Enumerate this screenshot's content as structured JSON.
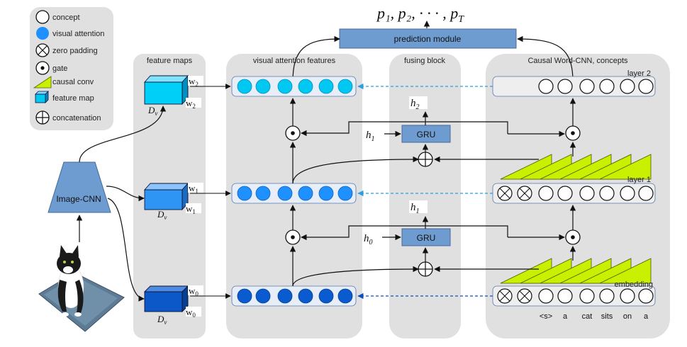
{
  "legend": {
    "concept": "concept",
    "visual_attention": "visual attention",
    "zero_padding": "zero padding",
    "gate": "gate",
    "causal_conv": "causal conv",
    "feature_map": "feature map",
    "concatenation": "concatenation"
  },
  "columns": {
    "feature_maps": "feature maps",
    "visual_attention_features": "visual attention features",
    "fusing_block": "fusing block",
    "causal_word_cnn": "Causal Word-CNN, concepts"
  },
  "outputs": "p₁, p₂, · · · , p",
  "outputs_sub": "T",
  "prediction_module": "prediction module",
  "image_cnn": "Image-CNN",
  "gru_label": "GRU",
  "layers": {
    "layer2": "layer 2",
    "layer1": "layer 1",
    "embedding": "embedding"
  },
  "hidden": {
    "h0": "h",
    "h0_sub": "0",
    "h1": "h",
    "h1_sub": "1",
    "h2": "h",
    "h2_sub": "2"
  },
  "feature_dims": {
    "w2": "w",
    "w2_sub": "2",
    "w1": "w",
    "w1_sub": "1",
    "w0": "w",
    "w0_sub": "0",
    "dv": "D",
    "dv_sub": "v"
  },
  "words": [
    "<s>",
    "a",
    "cat",
    "sits",
    "on",
    "a"
  ],
  "colors": {
    "panel": "#e0e0e0",
    "attention_top": "#00c8f0",
    "attention_mid": "#1e90ff",
    "attention_bottom": "#0a5bd0",
    "fm_top": "#00d0f8",
    "fm_mid": "#2f95f5",
    "fm_bottom": "#0c58c8",
    "prediction_box": "#6f9cd0",
    "gru_box": "#6f9cd0",
    "image_cnn": "#6f9cd0",
    "causal_conv": "#c8f000",
    "arrow_dashed": "#2a9fe0"
  }
}
